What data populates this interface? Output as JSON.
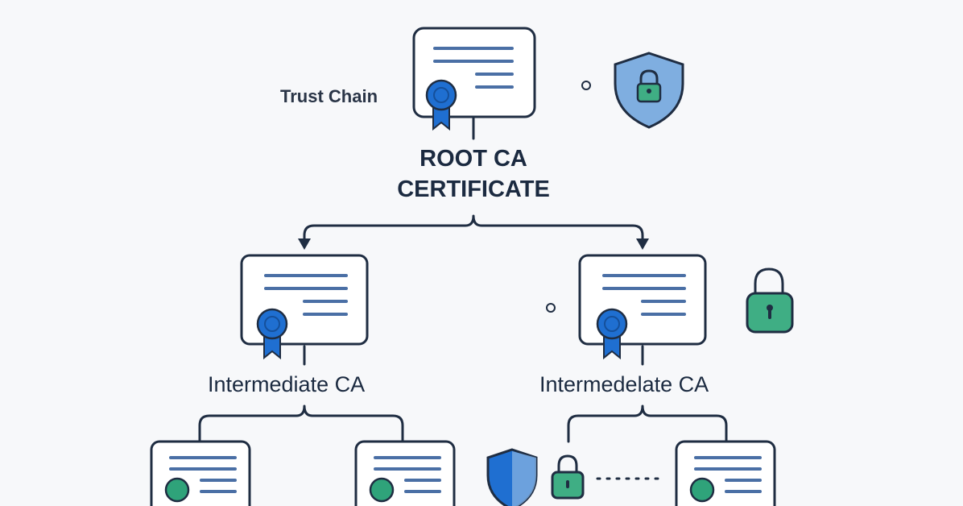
{
  "labels": {
    "trust_chain": "Trust Chain",
    "root_line1": "ROOT CA",
    "root_line2": "CERTIFICATE",
    "intermediate_left": "Intermediate CA",
    "intermediate_right": "Intermedelate CA"
  },
  "colors": {
    "background": "#f7f8fa",
    "outline": "#1f2d42",
    "card_fill": "#ffffff",
    "text_lines": "#4a6fa5",
    "seal_blue": "#1f6fd1",
    "seal_green": "#2fa37a",
    "shield_light": "#7faee0",
    "shield_blue": "#1f6fd1",
    "lock_green": "#3fae84"
  },
  "icons": {
    "certificate": "certificate-icon",
    "seal": "seal-ribbon-icon",
    "shield_lock": "shield-lock-icon",
    "shield": "shield-icon",
    "padlock": "padlock-icon",
    "dot": "dot-icon"
  }
}
